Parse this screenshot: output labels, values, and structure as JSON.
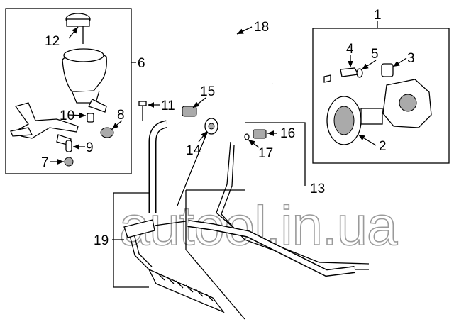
{
  "diagram": {
    "title": "Power steering pump, reservoir and lines parts diagram",
    "callouts": [
      "1",
      "2",
      "3",
      "4",
      "5",
      "6",
      "7",
      "8",
      "9",
      "10",
      "11",
      "12",
      "13",
      "14",
      "15",
      "16",
      "17",
      "18",
      "19"
    ],
    "watermark": "autool.in.ua"
  }
}
